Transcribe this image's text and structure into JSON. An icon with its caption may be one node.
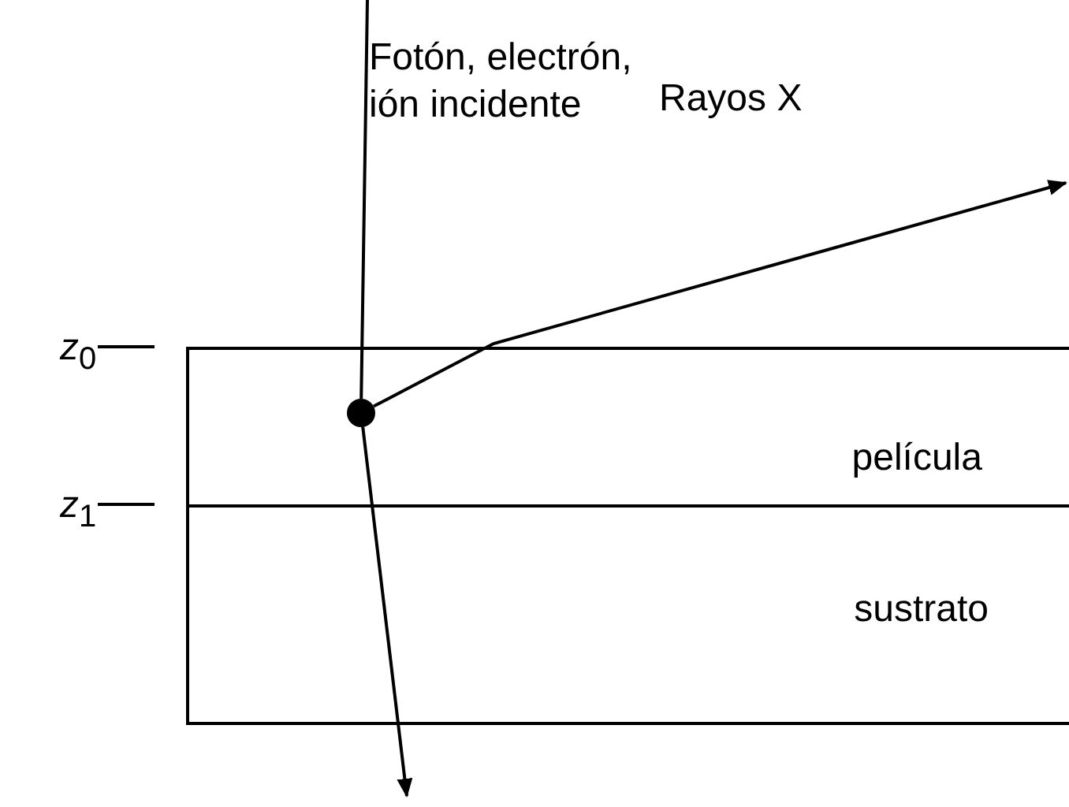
{
  "diagram": {
    "nodes": [
      {
        "text": [
          "película"
        ]
      },
      {
        "text": [
          "sustrato"
        ]
      },
      {
        "text": [],
        "shape": "circle",
        "in": 0
      }
    ],
    "edges": [
      {
        "from": null,
        "to": 2,
        "arrow": "none"
      },
      {
        "from": 2,
        "to": null,
        "arrow": "to"
      },
      {
        "from": 2,
        "to": null,
        "arrow": "to"
      }
    ],
    "labels": [
      "Fotón, electrón, ión incidente",
      "Rayos X",
      "*z*$_{0}$",
      "*z*$_{1}$"
    ]
  }
}
